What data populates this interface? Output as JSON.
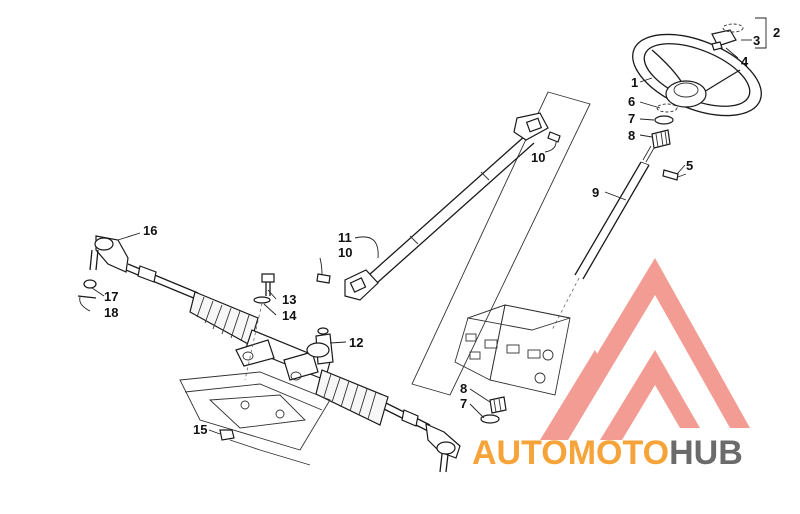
{
  "callouts": [
    {
      "id": "c1",
      "label": "1"
    },
    {
      "id": "c2",
      "label": "2"
    },
    {
      "id": "c3",
      "label": "3"
    },
    {
      "id": "c4",
      "label": "4"
    },
    {
      "id": "c5",
      "label": "5"
    },
    {
      "id": "c6",
      "label": "6"
    },
    {
      "id": "c7a",
      "label": "7"
    },
    {
      "id": "c8a",
      "label": "8"
    },
    {
      "id": "c9",
      "label": "9"
    },
    {
      "id": "c10a",
      "label": "10"
    },
    {
      "id": "c11",
      "label": "11"
    },
    {
      "id": "c10b",
      "label": "10"
    },
    {
      "id": "c12",
      "label": "12"
    },
    {
      "id": "c13",
      "label": "13"
    },
    {
      "id": "c14",
      "label": "14"
    },
    {
      "id": "c15",
      "label": "15"
    },
    {
      "id": "c16",
      "label": "16"
    },
    {
      "id": "c17",
      "label": "17"
    },
    {
      "id": "c18",
      "label": "18"
    },
    {
      "id": "c8b",
      "label": "8"
    },
    {
      "id": "c7b",
      "label": "7"
    }
  ],
  "watermark": {
    "part1": "AUTO",
    "part2": "MOTO",
    "part3": "HUB",
    "colors": {
      "triangle": "#f28b82",
      "accent": "#f6a33a",
      "dark": "#6b6b6b"
    }
  }
}
